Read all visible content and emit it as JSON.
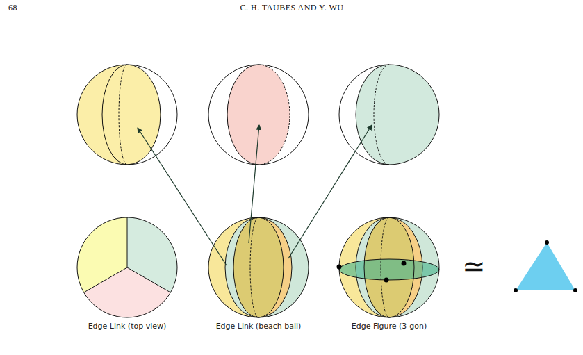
{
  "diagram": {
    "labels": [
      "68",
      "C. H. TAUBES AND Y. WU",
      "Edge Link (top view)",
      "Edge Link (beach ball)",
      "Edge Figure (3-gon)",
      "≃"
    ]
  }
}
